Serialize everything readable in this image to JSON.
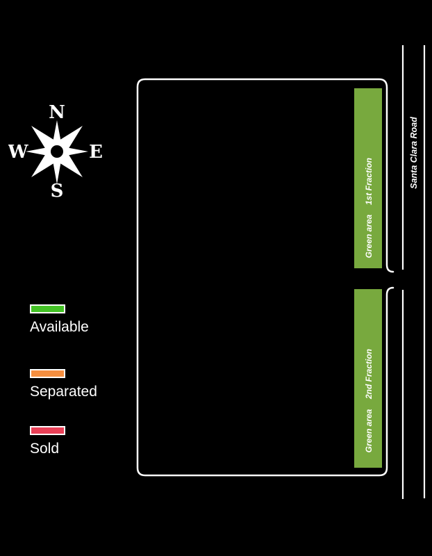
{
  "canvas": {
    "background": "#000000",
    "line_color": "#ffffff"
  },
  "compass": {
    "north": "N",
    "east": "E",
    "south": "S",
    "west": "W"
  },
  "legend": {
    "items": [
      {
        "label": "Available",
        "color": "#44c226"
      },
      {
        "label": "Separated",
        "color": "#f68f40"
      },
      {
        "label": "Sold",
        "color": "#e94057"
      }
    ]
  },
  "map": {
    "green_area_color": "#78a93e",
    "fractions": [
      {
        "area_label": "Green area",
        "fraction_label": "1st Fraction"
      },
      {
        "area_label": "Green area",
        "fraction_label": "2nd Fraction"
      }
    ],
    "road": {
      "name": "Santa Clara Road"
    }
  }
}
